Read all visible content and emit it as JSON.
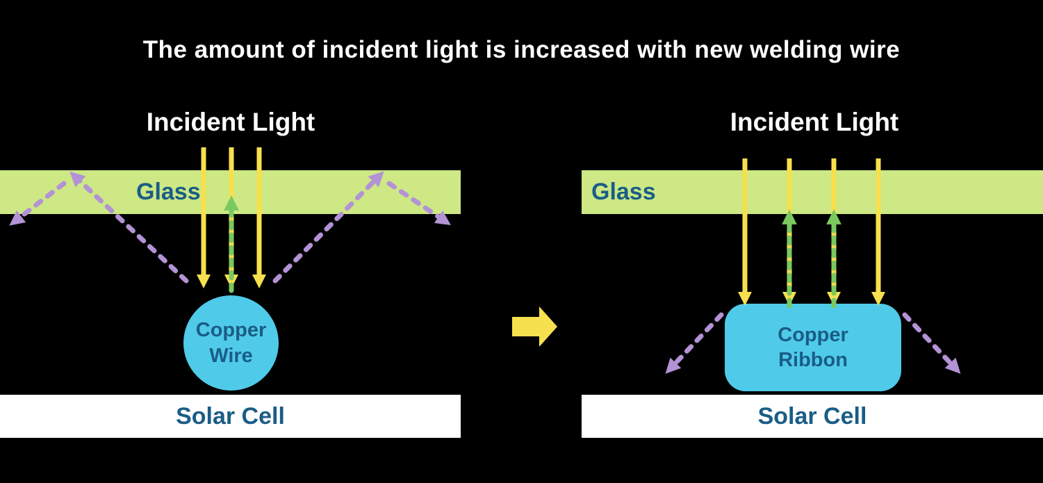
{
  "title": "The amount of incident light is increased with new welding wire",
  "left_panel": {
    "heading": "Incident Light",
    "glass_label": "Glass",
    "copper_line1": "Copper",
    "copper_line2": "Wire",
    "solar_cell_label": "Solar Cell"
  },
  "right_panel": {
    "heading": "Incident Light",
    "glass_label": "Glass",
    "copper_line1": "Copper",
    "copper_line2": "Ribbon",
    "solar_cell_label": "Solar Cell"
  },
  "colors": {
    "background": "#000000",
    "title_text": "#ffffff",
    "glass_green": "#cde884",
    "incident_light_yellow": "#f7e04e",
    "reflected_light_green": "#7ac95f",
    "scattered_light_purple": "#b392d5",
    "copper_cyan": "#4fcbe9",
    "label_blue": "#1a5d86",
    "solar_cell_white": "#ffffff"
  }
}
